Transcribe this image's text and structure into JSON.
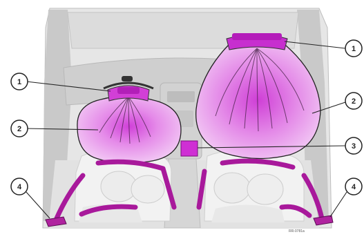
{
  "callouts": [
    {
      "label": "1"
    },
    {
      "label": "1"
    },
    {
      "label": "2"
    },
    {
      "label": "2"
    },
    {
      "label": "3"
    },
    {
      "label": "4"
    },
    {
      "label": "4"
    }
  ],
  "reference_code": "RR-0781a",
  "colors": {
    "airbag_fill": "#e7a8ee",
    "airbag_core": "#d454dd",
    "belt": "#a8199b",
    "housing": "#c733c9",
    "outline": "#222222",
    "interior_gray": "#bfbfbf",
    "interior_light": "#e4e4e4"
  }
}
